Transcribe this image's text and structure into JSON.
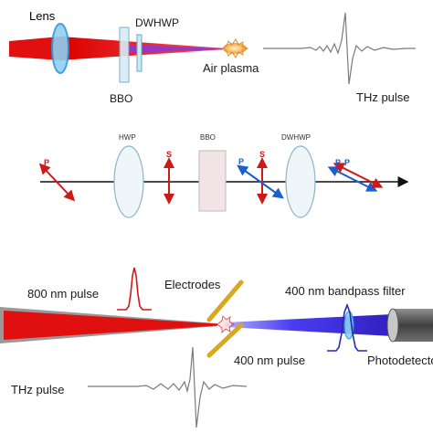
{
  "panel_a": {
    "lens": "Lens",
    "dwhwp": "DWHWP",
    "bbo": "BBO",
    "air_plasma": "Air plasma",
    "thz_pulse": "THz pulse"
  },
  "panel_b": {
    "hwp": "HWP",
    "bbo": "BBO",
    "dwhwp": "DWHWP",
    "p_left": "P",
    "s_mid": "S",
    "s_right": "S",
    "p_right": "P",
    "p_far1": "P",
    "p_far2": "P"
  },
  "panel_c": {
    "pulse_800": "800 nm pulse",
    "electrodes": "Electrodes",
    "bandpass": "400 nm bandpass filter",
    "thz_pulse": "THz pulse",
    "pulse_400": "400 nm pulse",
    "photodetector": "Photodetector"
  },
  "colors": {
    "red_beam": "#e01010",
    "blue_beam": "#3030d0",
    "violet_beam": "#8a2be2",
    "lens_blue": "#5ab4e6",
    "electrode_gold": "#e0b020"
  }
}
